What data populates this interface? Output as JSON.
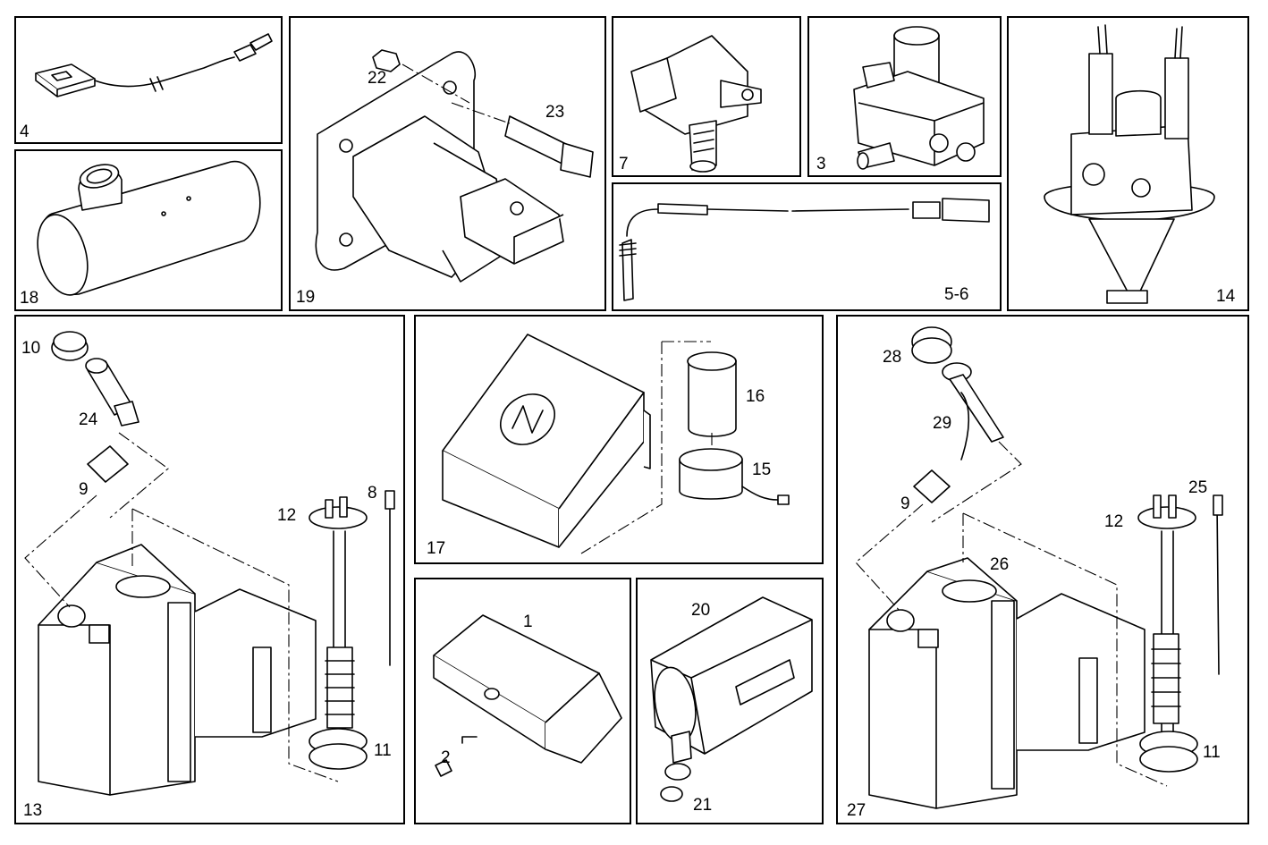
{
  "panels": {
    "p4": "4",
    "p18": "18",
    "p19": "19",
    "p7": "7",
    "p3": "3",
    "p56": "5-6",
    "p14": "14",
    "p13": "13",
    "p17": "17",
    "p1": "1",
    "p20": "20",
    "p27": "27"
  },
  "callouts": {
    "c22": "22",
    "c23": "23",
    "c10": "10",
    "c24": "24",
    "c9a": "9",
    "c8": "8",
    "c12a": "12",
    "c11a": "11",
    "c16": "16",
    "c15": "15",
    "c2": "2",
    "c21": "21",
    "c28": "28",
    "c29": "29",
    "c9b": "9",
    "c25": "25",
    "c12b": "12",
    "c26": "26",
    "c11b": "11"
  }
}
